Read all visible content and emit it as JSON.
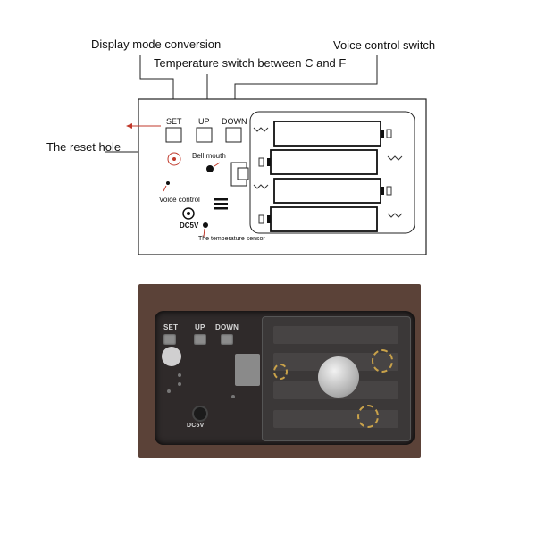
{
  "callouts": {
    "display_mode": "Display mode conversion",
    "voice_switch": "Voice control switch",
    "temp_switch": "Temperature switch between C and F",
    "reset_hole": "The reset hole"
  },
  "panel": {
    "buttons": [
      "SET",
      "UP",
      "DOWN"
    ],
    "bell_mouth": "Bell mouth",
    "voice_control": "Voice control",
    "dc5v": "DC5V",
    "temp_sensor": "The temperature sensor"
  },
  "photo": {
    "buttons": [
      "SET",
      "UP",
      "DOWN"
    ],
    "dc5v": "DC5V"
  },
  "colors": {
    "wood": "#5b4238",
    "panel": "#2f2a2a",
    "accent_red": "#c0392b"
  }
}
